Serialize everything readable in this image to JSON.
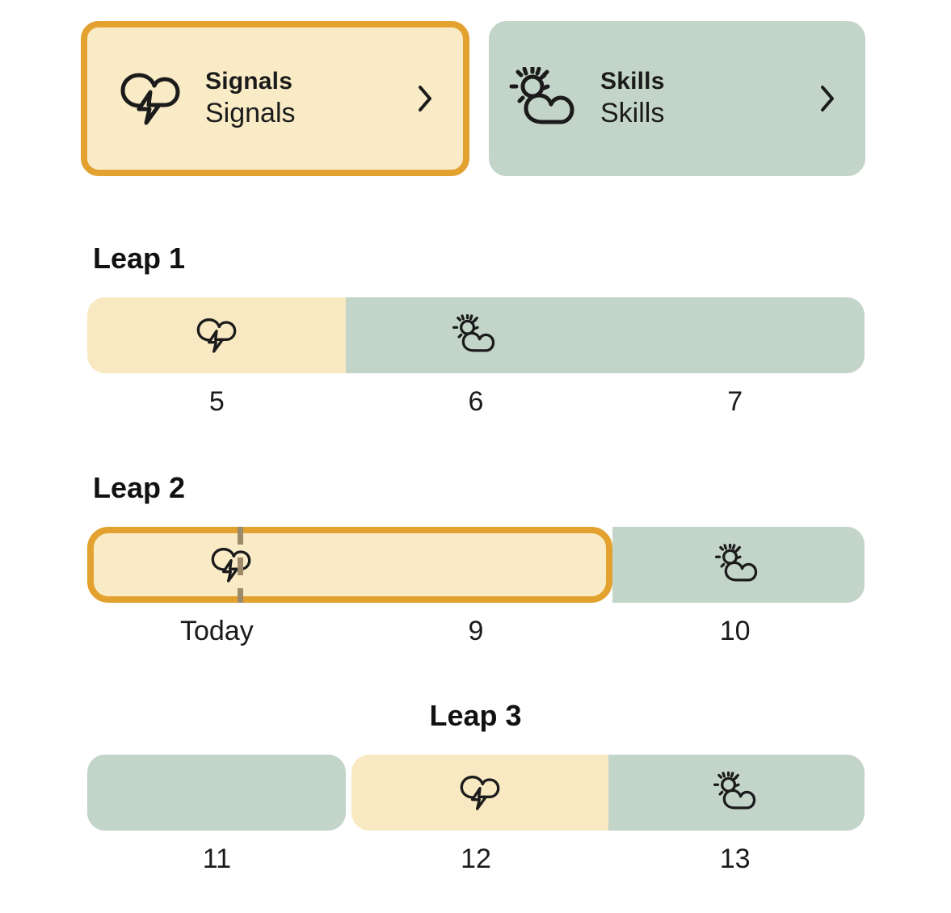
{
  "colors": {
    "signal_fill": "#f8e9c2",
    "skill_fill": "#c3d4c9",
    "accent_border": "#e3a12f",
    "today_line": "#9c8a6a",
    "text": "#1b1b1b",
    "background": "#ffffff"
  },
  "cards": [
    {
      "id": "signals",
      "title": "Signals",
      "subtitle": "Signals",
      "icon": "cloud-lightning-icon",
      "chevron": "chevron-right-icon",
      "selected": true
    },
    {
      "id": "skills",
      "title": "Skills",
      "subtitle": "Skills",
      "icon": "sun-behind-cloud-icon",
      "chevron": "chevron-right-icon",
      "selected": false
    }
  ],
  "leaps": [
    {
      "id": "leap-1",
      "title": "Leap 1",
      "title_align": "left",
      "labels": [
        "5",
        "6",
        "7"
      ],
      "segments": [
        {
          "type": "signal",
          "icon": "cloud-lightning-icon",
          "start": 0,
          "end": 1,
          "highlighted": false
        },
        {
          "type": "skill",
          "icon": "sun-behind-cloud-icon",
          "start": 1,
          "end": 3,
          "highlighted": false
        }
      ],
      "today_marker": null
    },
    {
      "id": "leap-2",
      "title": "Leap 2",
      "title_align": "left",
      "labels": [
        "Today",
        "9",
        "10"
      ],
      "segments": [
        {
          "type": "signal",
          "icon": "cloud-lightning-icon",
          "start": 0,
          "end": 2,
          "highlighted": true
        },
        {
          "type": "skill",
          "icon": "sun-behind-cloud-icon",
          "start": 2,
          "end": 3,
          "highlighted": false
        }
      ],
      "today_marker": 0.58
    },
    {
      "id": "leap-3",
      "title": "Leap 3",
      "title_align": "center",
      "labels": [
        "11",
        "12",
        "13"
      ],
      "segments": [
        {
          "type": "skill",
          "icon": null,
          "start": 0,
          "end": 1,
          "highlighted": false
        },
        {
          "type": "signal",
          "icon": "cloud-lightning-icon",
          "start": 1,
          "end": 2,
          "highlighted": false
        },
        {
          "type": "skill",
          "icon": "sun-behind-cloud-icon",
          "start": 2,
          "end": 3,
          "highlighted": false
        }
      ],
      "today_marker": null
    }
  ]
}
